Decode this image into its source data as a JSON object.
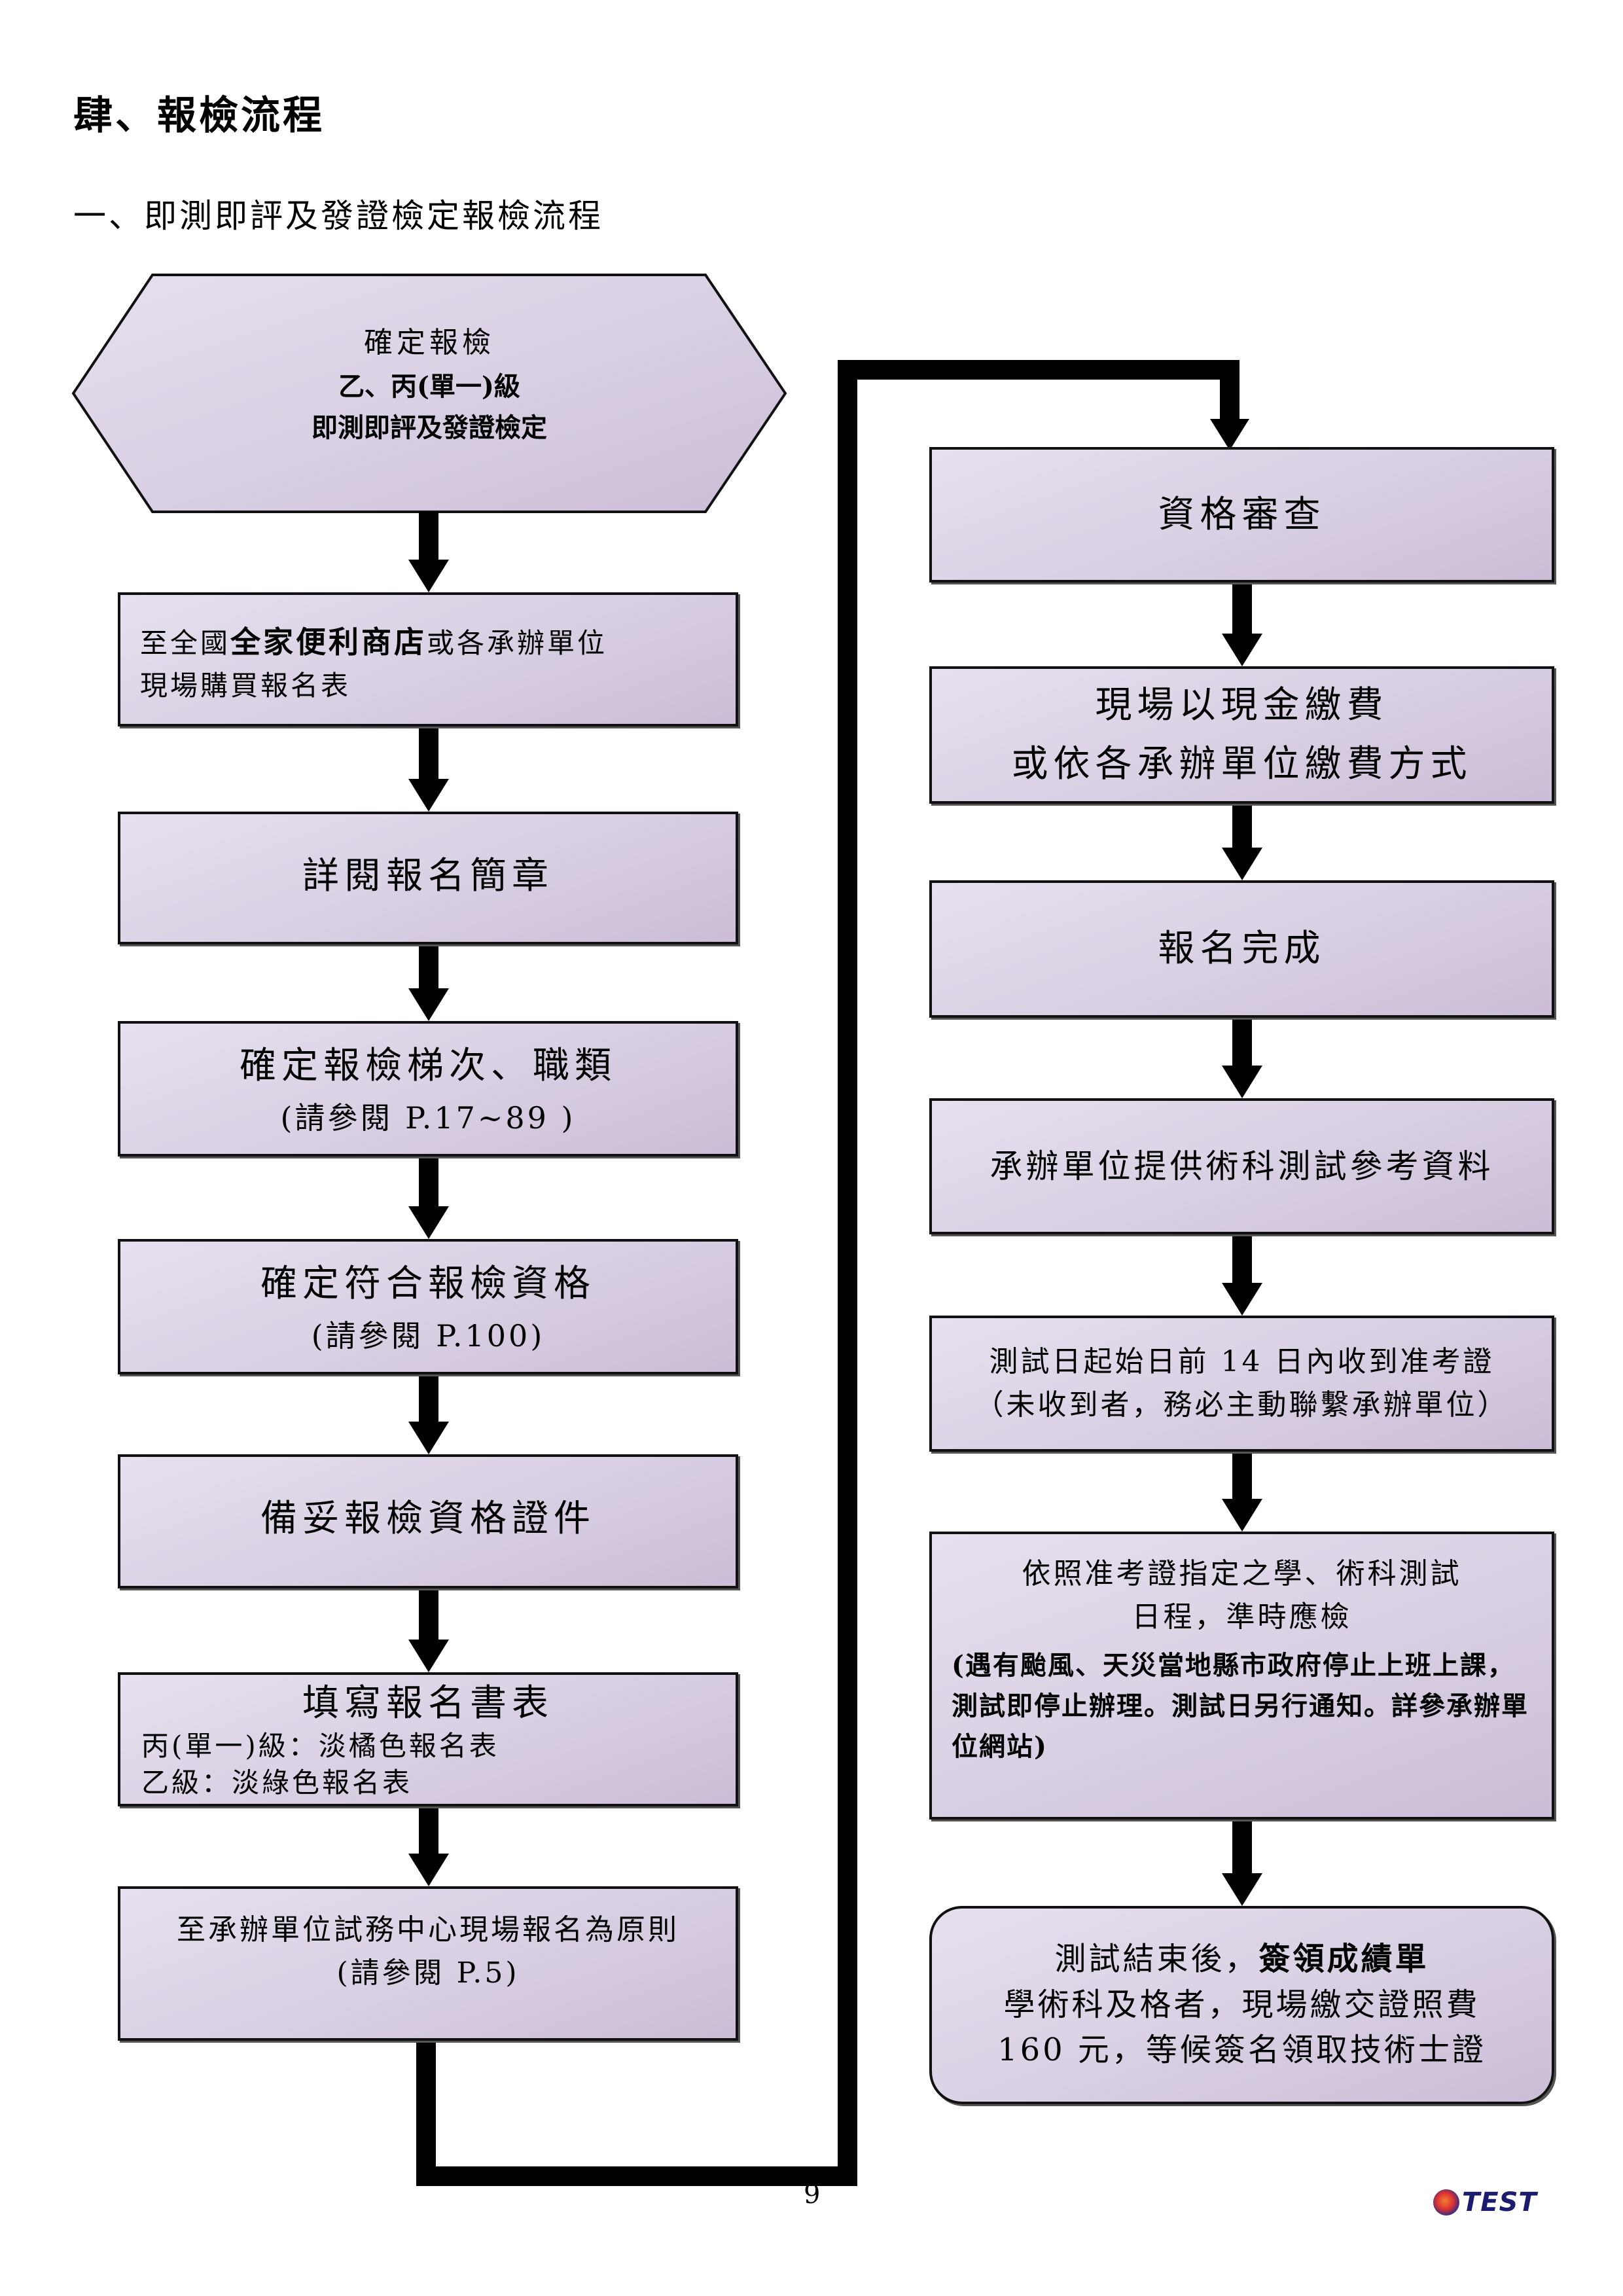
{
  "document": {
    "heading": "肆、報檢流程",
    "subheading": "一、即測即評及發證檢定報檢流程",
    "page_number": "9",
    "logo_text": "TEST"
  },
  "colors": {
    "box_fill_light": "#e6e0ee",
    "box_fill_dark": "#cbbdd7",
    "border": "#111111",
    "connector": "#000000",
    "logo_blue": "#1c1c6e"
  },
  "flow": {
    "start": {
      "line1": "確定報檢",
      "line2": "乙、丙(單一)級",
      "line3": "即測即評及發證檢定"
    },
    "left": [
      {
        "parts": [
          "至全國",
          "全家便利商店",
          "或各承辦單位"
        ],
        "line2": "現場購買報名表"
      },
      {
        "line1": "詳閱報名簡章"
      },
      {
        "line1": "確定報檢梯次、職類",
        "line2": "(請參閱 P.17~89 )"
      },
      {
        "line1": "確定符合報檢資格",
        "line2": "(請參閱 P.100)"
      },
      {
        "line1": "備妥報檢資格證件"
      },
      {
        "line1": "填寫報名書表",
        "line2": "丙(單一)級：淡橘色報名表",
        "line3": "乙級：淡綠色報名表"
      },
      {
        "line1": "至承辦單位試務中心現場報名為原則",
        "line2": "(請參閱 P.5)"
      }
    ],
    "right": [
      {
        "line1": "資格審查"
      },
      {
        "line1": "現場以現金繳費",
        "line2": "或依各承辦單位繳費方式"
      },
      {
        "line1": "報名完成"
      },
      {
        "line1": "承辦單位提供術科測試參考資料"
      },
      {
        "line1": "測試日起始日前 14 日內收到准考證",
        "line2": "（未收到者，務必主動聯繫承辦單位）"
      },
      {
        "line1": "依照准考證指定之學、術科測試",
        "line2": "日程，準時應檢",
        "note": "(遇有颱風、天災當地縣市政府停止上班上課，測試即停止辦理。測試日另行通知。詳參承辦單位網站)"
      },
      {
        "parts": [
          "測試結束後，",
          "簽領成績單"
        ],
        "line2": "學術科及格者，現場繳交證照費",
        "line3": "160 元，等候簽名領取技術士證"
      }
    ]
  }
}
